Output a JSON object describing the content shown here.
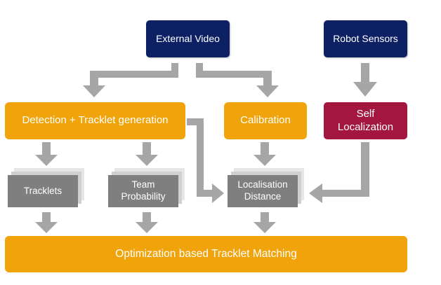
{
  "nodes": {
    "external_video": "External Video",
    "robot_sensors": "Robot Sensors",
    "detection": "Detection + Tracklet generation",
    "calibration": "Calibration",
    "self_localization": "Self Localization",
    "tracklets": "Tracklets",
    "team_probability": "Team Probability",
    "localisation_distance": "Localisation Distance",
    "optimization": "Optimization based Tracklet Matching"
  },
  "colors": {
    "navy": "#0d2064",
    "orange": "#f0a30a",
    "crimson": "#a3173f",
    "gray_box": "#7f7f7f",
    "arrow": "#a6a6a6"
  }
}
